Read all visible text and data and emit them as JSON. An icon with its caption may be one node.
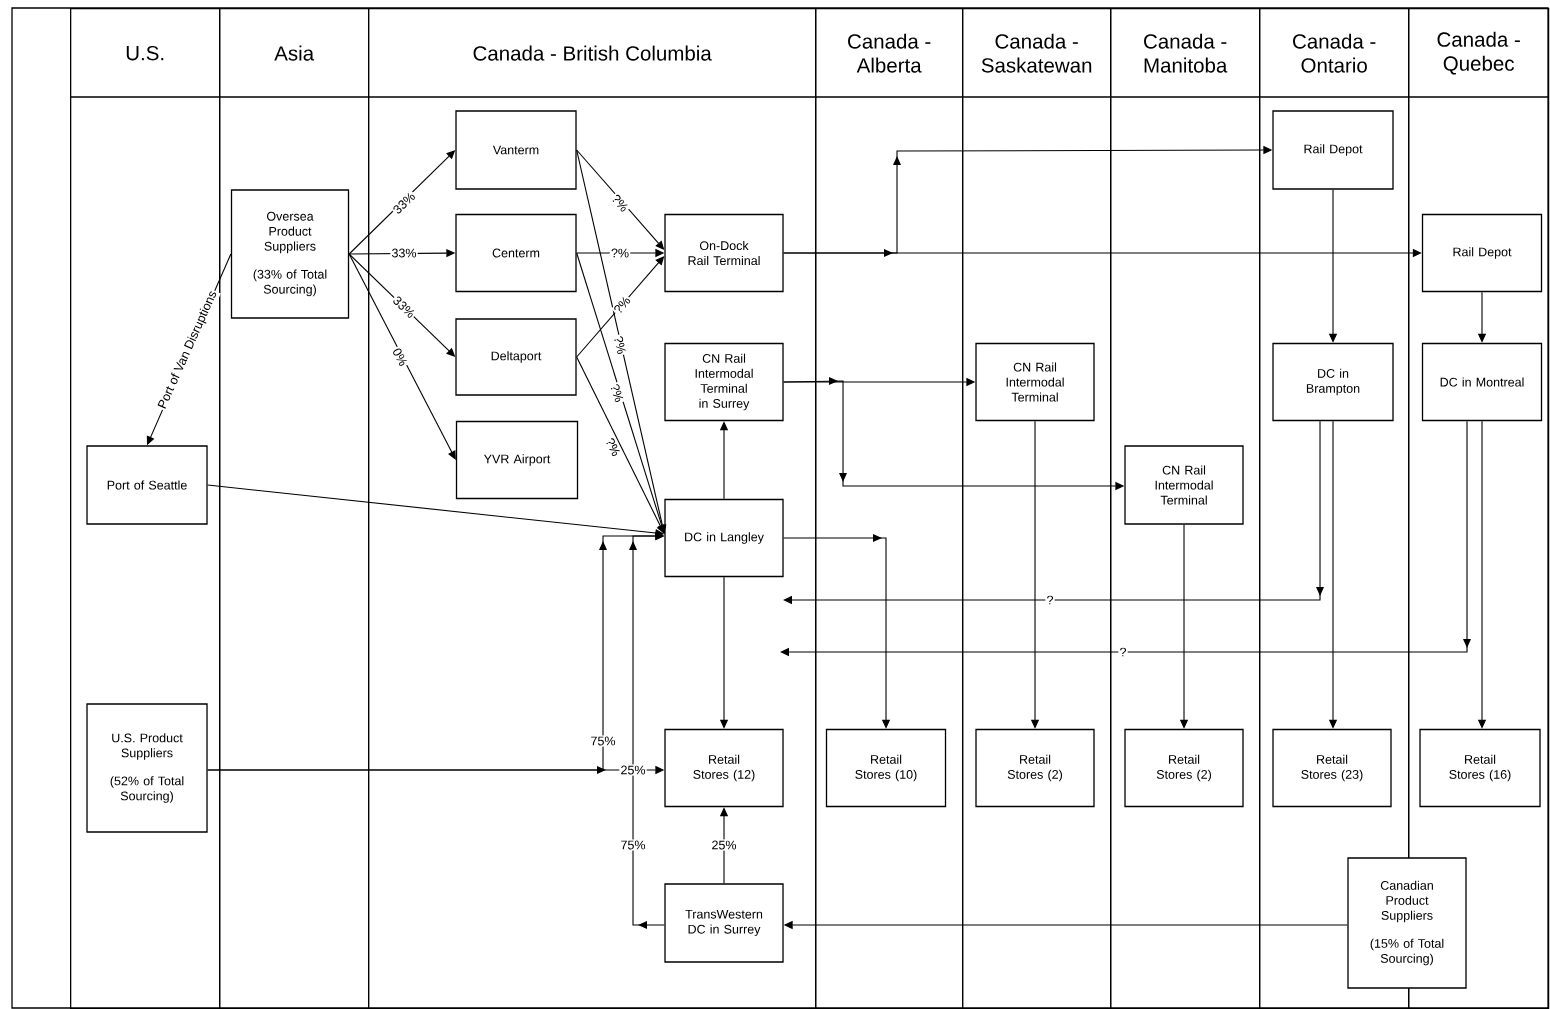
{
  "diagram": {
    "nodes": [
      {
        "text": [
          "U.S."
        ]
      },
      {
        "text": [
          "Asia"
        ]
      },
      {
        "text": [
          "Canada - British Columbia"
        ]
      },
      {
        "text": [
          "Canada - Alberta"
        ]
      },
      {
        "text": [
          "Canada - Saskatewan"
        ]
      },
      {
        "text": [
          "Canada - Manitoba"
        ]
      },
      {
        "text": [
          "Canada - Ontario"
        ]
      },
      {
        "text": [
          "Canada - Quebec"
        ]
      },
      {
        "text": [
          "Oversea Product Suppliers",
          "(33% of Total Sourcing)"
        ],
        "in": 1
      },
      {
        "text": [
          "Vanterm"
        ],
        "in": 2
      },
      {
        "text": [
          "Centerm"
        ],
        "in": 2
      },
      {
        "text": [
          "Deltaport"
        ],
        "in": 2
      },
      {
        "text": [
          "YVR Airport"
        ],
        "in": 2
      },
      {
        "text": [
          "On-Dock Rail Terminal"
        ],
        "in": 2
      },
      {
        "text": [
          "CN Rail Intermodal Terminal in Surrey"
        ],
        "in": 2
      },
      {
        "text": [
          "Port of Seattle"
        ],
        "in": 0
      },
      {
        "text": [
          "DC in Langley"
        ],
        "in": 2
      },
      {
        "text": [
          "U.S. Product Suppliers",
          "(52% of Total Sourcing)"
        ],
        "in": 0
      },
      {
        "text": [
          "Retail Stores (12)"
        ],
        "in": 2
      },
      {
        "text": [
          "TransWestern DC in Surrey"
        ],
        "in": 2
      },
      {
        "text": [
          "Rail Depot"
        ],
        "in": 6
      },
      {
        "text": [
          "Rail Depot"
        ],
        "in": 7
      },
      {
        "text": [
          "CN Rail Intermodal Terminal"
        ],
        "in": 4
      },
      {
        "text": [
          "DC in Brampton"
        ],
        "in": 6
      },
      {
        "text": [
          "DC in Montreal"
        ],
        "in": 7
      },
      {
        "text": [
          "CN Rail Intermodal Terminal"
        ],
        "in": 5
      },
      {
        "text": [
          "Retail Stores (10)"
        ],
        "in": 3
      },
      {
        "text": [
          "Retail Stores (2)"
        ],
        "in": 4
      },
      {
        "text": [
          "Retail Stores (2)"
        ],
        "in": 5
      },
      {
        "text": [
          "Retail Stores (23)"
        ],
        "in": 6
      },
      {
        "text": [
          "Retail Stores (16)"
        ],
        "in": 7
      },
      {
        "text": [
          "Canadian Product Suppliers",
          "(15% of Total Sourcing)"
        ]
      }
    ],
    "edges": [
      {
        "from": 8,
        "to": 9,
        "arrow": "to",
        "label": "33%"
      },
      {
        "from": 8,
        "to": 10,
        "arrow": "to",
        "label": "33%"
      },
      {
        "from": 8,
        "to": 11,
        "arrow": "to",
        "label": "33%"
      },
      {
        "from": 8,
        "to": 12,
        "arrow": "to",
        "label": "0%"
      },
      {
        "from": 8,
        "to": 15,
        "arrow": "to",
        "label": "Port of Van Disruptions"
      },
      {
        "from": 9,
        "to": 13,
        "arrow": "to",
        "label": "?%"
      },
      {
        "from": 10,
        "to": 13,
        "arrow": "to",
        "label": "?%"
      },
      {
        "from": 11,
        "to": 13,
        "arrow": "to",
        "label": "?%"
      },
      {
        "from": 9,
        "to": 16,
        "arrow": "to",
        "label": "?%"
      },
      {
        "from": 10,
        "to": 16,
        "arrow": "to",
        "label": "?%"
      },
      {
        "from": 11,
        "to": 16,
        "arrow": "to",
        "label": "?%"
      },
      {
        "from": 15,
        "to": 16,
        "arrow": "to"
      },
      {
        "from": 13,
        "to": 20,
        "arrow": "to"
      },
      {
        "from": 13,
        "to": 21,
        "arrow": "to"
      },
      {
        "from": 16,
        "to": 14,
        "arrow": "to"
      },
      {
        "from": 14,
        "to": 22,
        "arrow": "to"
      },
      {
        "from": 14,
        "to": 25,
        "arrow": "to"
      },
      {
        "from": 16,
        "to": 18,
        "arrow": "to"
      },
      {
        "from": 16,
        "to": 26,
        "arrow": "to"
      },
      {
        "from": 17,
        "to": 18,
        "arrow": "to",
        "label": "25%"
      },
      {
        "from": 17,
        "to": 16,
        "arrow": "to",
        "label": "75%"
      },
      {
        "from": 19,
        "to": 18,
        "arrow": "to",
        "label": "25%"
      },
      {
        "from": 19,
        "to": 16,
        "arrow": "to",
        "label": "75%"
      },
      {
        "from": 31,
        "to": 19,
        "arrow": "to"
      },
      {
        "from": 20,
        "to": 23,
        "arrow": "to"
      },
      {
        "from": 21,
        "to": 24,
        "arrow": "to"
      },
      {
        "from": 22,
        "to": 27,
        "arrow": "to"
      },
      {
        "from": 25,
        "to": 28,
        "arrow": "to"
      },
      {
        "from": 23,
        "to": 29,
        "arrow": "to"
      },
      {
        "from": 24,
        "to": 30,
        "arrow": "to"
      },
      {
        "from": 23,
        "to": null,
        "arrow": "to",
        "label": "?"
      },
      {
        "from": 24,
        "to": null,
        "arrow": "to",
        "label": "?"
      }
    ]
  }
}
